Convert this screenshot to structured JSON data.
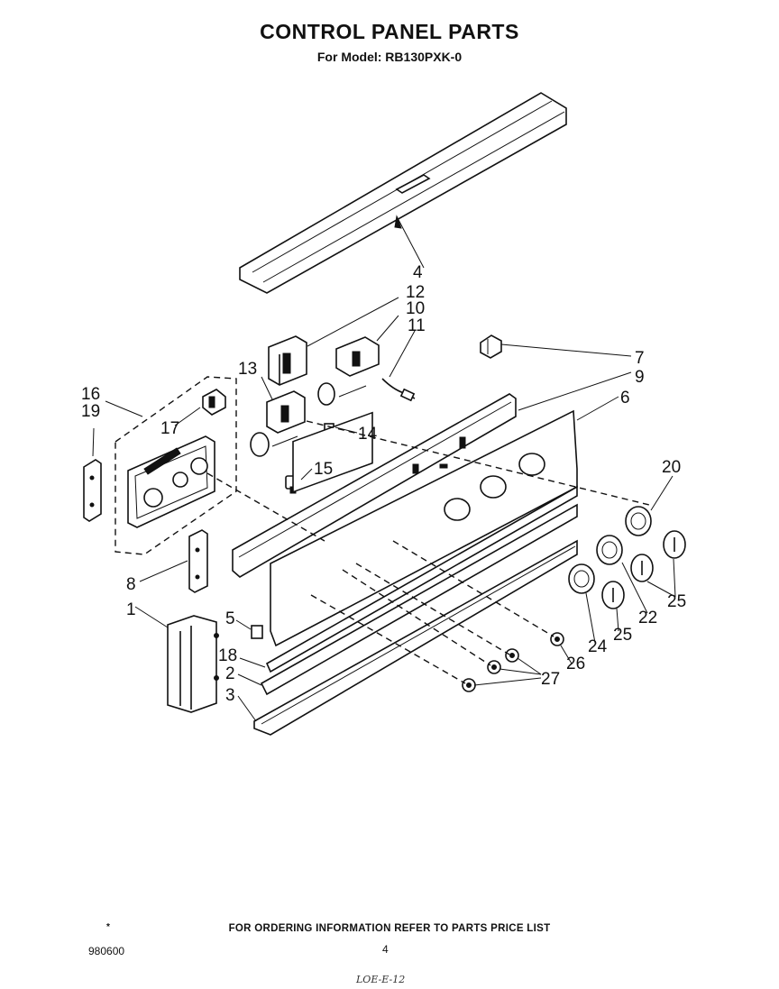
{
  "header": {
    "title": "CONTROL PANEL PARTS",
    "model_line": "For Model: RB130PXK-0"
  },
  "callouts": [
    "4",
    "12",
    "10",
    "11",
    "7",
    "9",
    "6",
    "13",
    "14",
    "16",
    "19",
    "17",
    "15",
    "20",
    "8",
    "5",
    "1",
    "18",
    "2",
    "3",
    "25",
    "22",
    "24",
    "25",
    "26",
    "27"
  ],
  "footer": {
    "mark": "*",
    "note": "FOR ORDERING INFORMATION REFER TO PARTS PRICE LIST",
    "doc_code": "980600",
    "page": "4",
    "scribble": "LOE-E-12"
  }
}
